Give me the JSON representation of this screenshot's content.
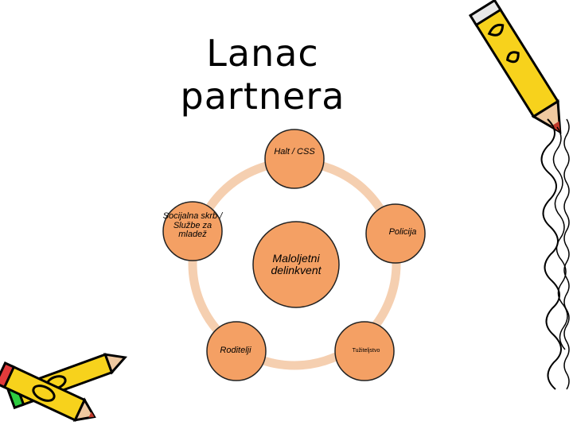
{
  "slide": {
    "title": "Lanac partnera"
  },
  "diagram": {
    "center": {
      "label": "Maloljetni delinkvent"
    },
    "nodes": [
      {
        "id": "halt",
        "label": "Halt / CSS"
      },
      {
        "id": "soc",
        "label": "Socijalna skrb / Službe za mladež"
      },
      {
        "id": "pol",
        "label": "Policija"
      },
      {
        "id": "rod",
        "label": "Roditelji"
      },
      {
        "id": "tuz",
        "label": "Tužiteljstvo"
      }
    ]
  },
  "colors": {
    "node_fill": "#f4a064",
    "node_stroke": "#222222",
    "ring": "#f5cfb0"
  }
}
